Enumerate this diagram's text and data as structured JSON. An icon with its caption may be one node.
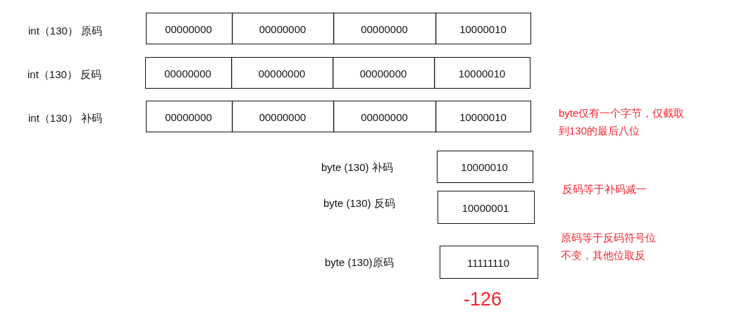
{
  "diagram": {
    "nodes": [
      {
        "text": [
          "00000000",
          "00000000",
          "00000000",
          "10000010"
        ]
      },
      {
        "text": [
          "00000000",
          "00000000",
          "00000000",
          "10000010"
        ]
      },
      {
        "text": [
          "00000000",
          "00000000",
          "00000000",
          "10000010"
        ]
      },
      {
        "text": [
          "10000010"
        ]
      },
      {
        "text": [
          "10000001"
        ]
      },
      {
        "text": [
          "11111110"
        ],
        "beside": [
          "-126"
        ]
      }
    ],
    "labels": [
      "int（130） 原码",
      "int（130） 反码",
      "int（130） 补码",
      "byte仅有一个字节，仅截取到130的最后八位",
      "byte (130) 补码",
      "反码等于补码减一",
      "byte (130) 反码",
      "原码等于反码符号位不变，其他位取反",
      "byte (130)原码"
    ]
  }
}
